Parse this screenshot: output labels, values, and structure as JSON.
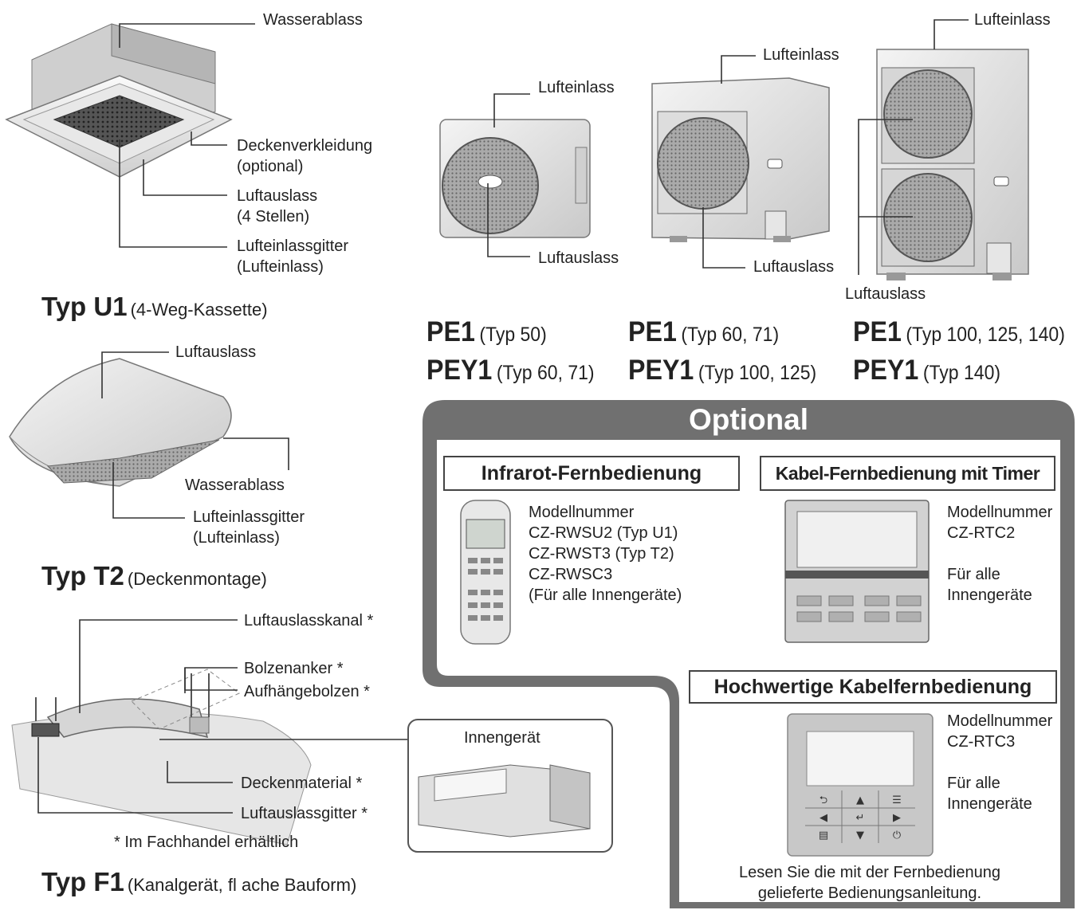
{
  "u1": {
    "labels": [
      "Wasserablass",
      "Deckenverkleidung",
      "(optional)",
      "Luftauslass",
      "(4 Stellen)",
      "Lufteinlassgitter",
      "(Lufteinlass)"
    ],
    "model": "Typ U1",
    "desc": "(4-Weg-Kassette)"
  },
  "t2": {
    "labels": [
      "Luftauslass",
      "Wasserablass",
      "Lufteinlassgitter",
      "(Lufteinlass)"
    ],
    "model": "Typ T2",
    "desc": "(Deckenmontage)"
  },
  "f1": {
    "labels": [
      "Luftauslasskanal *",
      "Bolzenanker *",
      "Aufhängebolzen *",
      "Deckenmaterial *",
      "Luftauslassgitter *"
    ],
    "note": "* Im Fachhandel erhältlich",
    "indoor": "Innengerät",
    "model": "Typ F1",
    "desc": "(Kanalgerät, fl ache Bauform)"
  },
  "outdoor": {
    "unit1": {
      "inlet": "Lufteinlass",
      "outlet": "Luftauslass",
      "line1_model": "PE1",
      "line1_type": "(Typ 50)",
      "line2_model": "PEY1",
      "line2_type": "(Typ 60, 71)"
    },
    "unit2": {
      "inlet": "Lufteinlass",
      "outlet": "Luftauslass",
      "line1_model": "PE1",
      "line1_type": "(Typ 60, 71)",
      "line2_model": "PEY1",
      "line2_type": "(Typ 100, 125)"
    },
    "unit3": {
      "inlet": "Lufteinlass",
      "outlet": "Luftauslass",
      "line1_model": "PE1",
      "line1_type": "(Typ 100, 125, 140)",
      "line2_model": "PEY1",
      "line2_type": "(Typ 140)"
    }
  },
  "optional": {
    "title": "Optional",
    "infrared": {
      "title": "Infrarot-Fernbedienung",
      "lines": [
        "Modellnummer",
        "CZ-RWSU2 (Typ U1)",
        "CZ-RWST3 (Typ T2)",
        "CZ-RWSC3",
        "(Für alle Innengeräte)"
      ]
    },
    "wired": {
      "title": "Kabel-Fernbedienung mit Timer",
      "lines": [
        "Modellnummer",
        "CZ-RTC2"
      ],
      "lines2": [
        "Für alle",
        "Innengeräte"
      ]
    },
    "premium": {
      "title": "Hochwertige Kabelfernbedienung",
      "lines": [
        "Modellnummer",
        "CZ-RTC3"
      ],
      "lines2": [
        "Für alle",
        "Innengeräte"
      ],
      "note": [
        "Lesen Sie die mit der Fernbedienung",
        "gelieferte Bedienungsanleitung."
      ]
    }
  },
  "colors": {
    "panel": "#6e6e6e",
    "line": "#333333"
  }
}
